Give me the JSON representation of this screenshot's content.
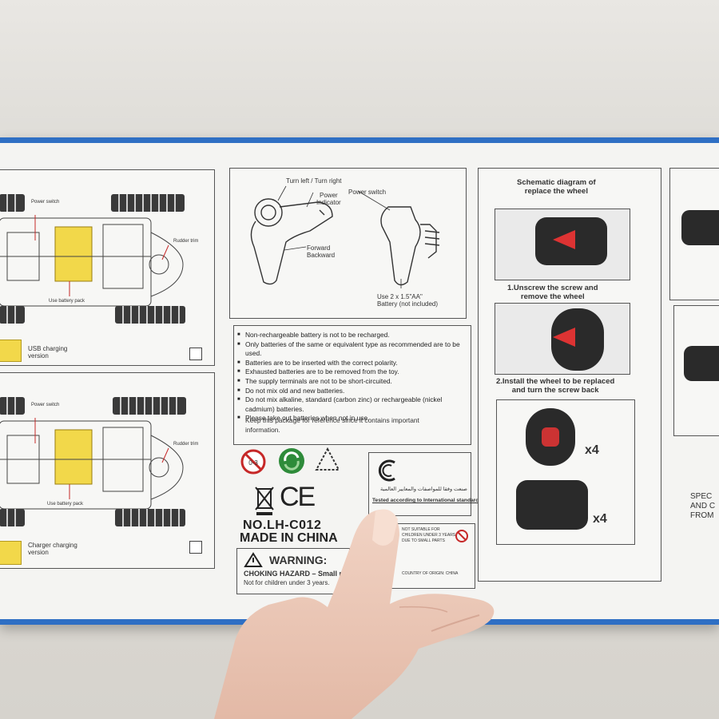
{
  "left_panels": {
    "top": {
      "power_switch": "Power switch",
      "rudder_trim": "Rudder trim",
      "battery_pack": "Use battery pack",
      "version": "USB charging\nversion"
    },
    "bottom": {
      "power_switch": "Power switch",
      "rudder_trim": "Rudder trim",
      "battery_pack": "Use battery pack",
      "version": "Charger charging\nversion"
    }
  },
  "remote_panel": {
    "turn": "Turn left / Turn right",
    "power_indicator": "Power\nIndicator",
    "power_switch": "Power switch",
    "forward_backward": "Forward\nBackward",
    "battery": "Use 2 x 1.5\"AA\"\nBattery (not included)"
  },
  "warnings": {
    "items": [
      "Non-rechargeable battery is not to be recharged.",
      "Only batteries of the same or equivalent type as recommended are to be used.",
      "Batteries are to be inserted with the correct polarity.",
      "Exhausted batteries are to be removed from the toy.",
      "The supply terminals are not to be short-circuited.",
      "Do not mix old and new batteries.",
      "Do not mix alkaline, standard (carbon zinc) or rechargeable (nickel cadmium) batteries.",
      "Please take out batteries when not in use."
    ],
    "keep": "Keep this package for reference since it contains important information."
  },
  "age_label": "0-3",
  "standards": {
    "arabic": "صنعت وفقا للمواصفات والمعايير العالمية",
    "tested": "Tested according to International standards"
  },
  "model": "NO.LH-C012",
  "made_in": "MADE IN CHINA",
  "warning_box": {
    "title": "WARNING:",
    "line1": "CHOKING HAZARD – Small parts.",
    "line2": "Not for children under 3 years."
  },
  "small_parts_notice": {
    "line1": "NOT SUITABLE FOR",
    "line2": "CHILDREN UNDER 3 YEARS",
    "line3": "DUE TO SMALL PARTS",
    "country": "COUNTRY OF ORIGIN: CHINA"
  },
  "wheel_panel": {
    "title": "Schematic diagram of\nreplace the wheel",
    "step1": "1.Unscrew the screw and\nremove the wheel",
    "step2": "2.Install the wheel to be replaced\nand turn the screw back",
    "qty1": "x4",
    "qty2": "x4"
  },
  "right_partial": "SPEC\nAND C\nFROM"
}
